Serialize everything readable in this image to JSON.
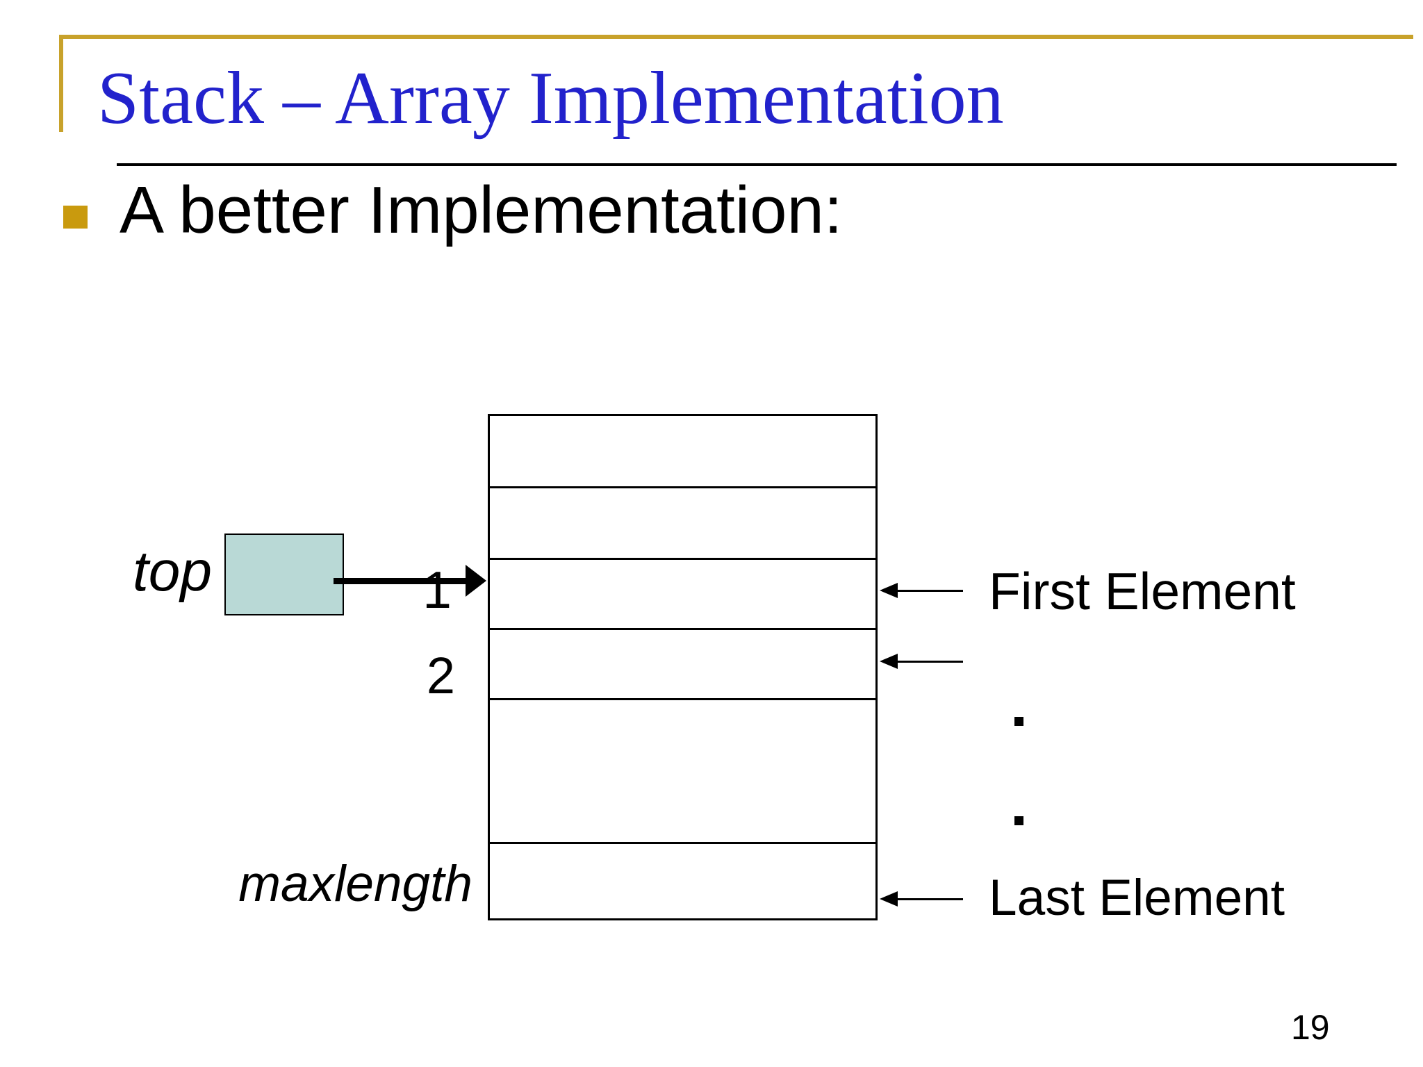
{
  "slide": {
    "title": "Stack – Array Implementation",
    "bullet_text": "A better Implementation:",
    "page_number": "19",
    "colors": {
      "title_blue": "#2222CC",
      "gold_line": "#C8A22B",
      "gold_bullet": "#C99A0E",
      "top_box_fill": "#B9D9D6",
      "text_black": "#000000"
    }
  },
  "diagram": {
    "pointer_label": "top",
    "index_labels": {
      "first": "1",
      "second": "2",
      "last": "maxlength"
    },
    "array_cell_count": 6,
    "ellipsis_dots": [
      ".",
      "."
    ],
    "right_labels": {
      "first_cell": "First Element",
      "last_cell": "Last Element"
    }
  }
}
